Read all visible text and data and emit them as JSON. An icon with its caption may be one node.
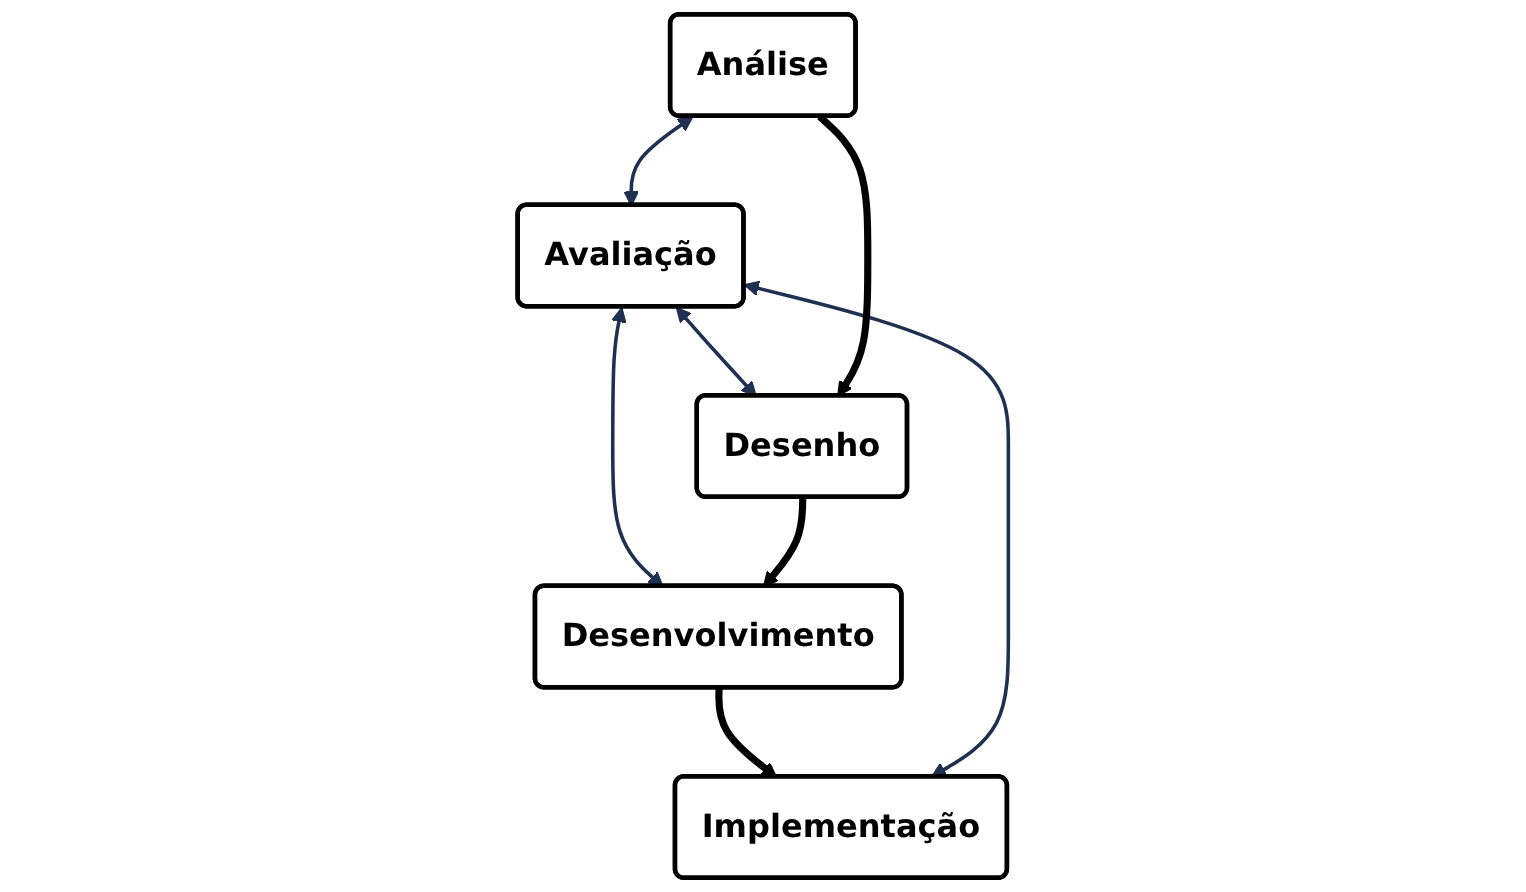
{
  "diagram": {
    "nodes": [
      {
        "text": [
          "Análise"
        ]
      },
      {
        "text": [
          "Implementação"
        ]
      },
      {
        "text": [
          "Avaliação"
        ]
      },
      {
        "text": [
          "Desenho"
        ]
      },
      {
        "text": [
          "Desenvolvimento"
        ]
      }
    ],
    "edges": [
      {
        "from": 0,
        "to": 2,
        "arrow": "both"
      },
      {
        "from": 1,
        "to": 2,
        "arrow": "both"
      },
      {
        "from": 2,
        "to": 3,
        "arrow": "both"
      },
      {
        "from": 2,
        "to": 4,
        "arrow": "both"
      },
      {
        "from": 0,
        "to": 3,
        "arrow": "to",
        "style": "thick",
        "color": "#000000"
      },
      {
        "from": 3,
        "to": 4,
        "arrow": "to",
        "style": "thick",
        "color": "#000000"
      },
      {
        "from": 4,
        "to": 1,
        "arrow": "to",
        "style": "thick",
        "color": "#000000"
      }
    ]
  }
}
